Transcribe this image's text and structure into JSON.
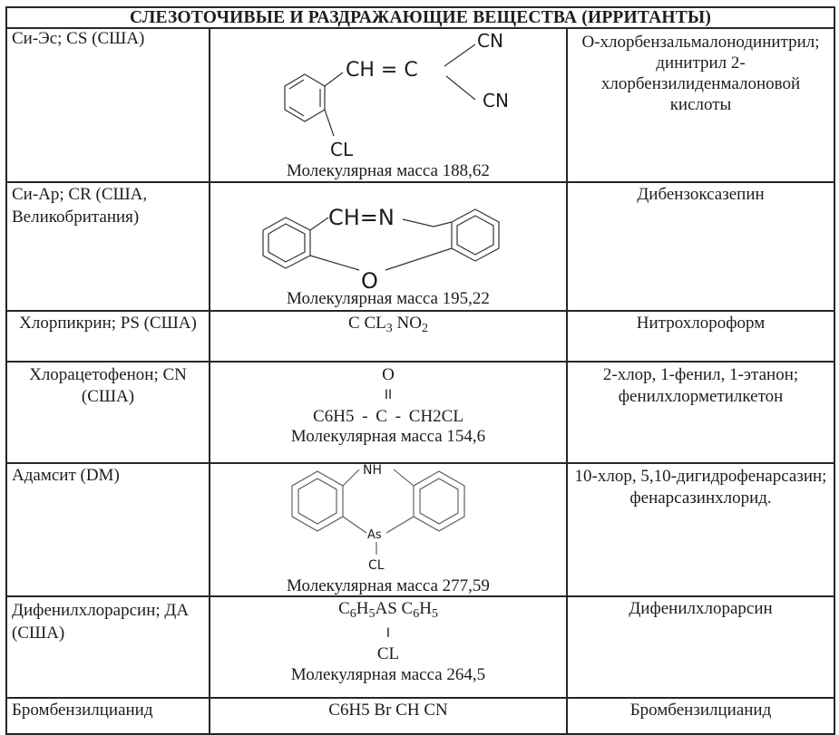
{
  "table": {
    "title": "СЛЕЗОТОЧИВЫЕ И РАЗДРАЖАЮЩИЕ ВЕЩЕСТВА (ИРРИТАНТЫ)",
    "rows": [
      {
        "name": "Си-Эс; CS (США)",
        "structure_labels": [
          "CH = C",
          "CN",
          "CN",
          "CL"
        ],
        "mass": "Молекулярная масса 188,62",
        "chemical_name": "О-хлорбензальмалонодинитрил; динитрил 2-хлорбензилиденмалоновой кислоты"
      },
      {
        "name": "Си-Ар; CR (США, Великобритания)",
        "structure_labels": [
          "CH=N",
          "O"
        ],
        "mass": "Молекулярная масса 195,22",
        "chemical_name": "Дибензоксазепин"
      },
      {
        "name": "Хлорпикрин; PS (США)",
        "formula_parts": [
          "C CL",
          "3",
          " NO",
          "2"
        ],
        "chemical_name": "Нитрохлороформ"
      },
      {
        "name": "Хлорацетофенон; CN (США)",
        "formula_lines": [
          "O",
          "II",
          "C6H5 - C - CH2CL"
        ],
        "mass": "Молекулярная масса 154,6",
        "chemical_name": "2-хлор, 1-фенил, 1-этанон; фенилхлорметилкетон"
      },
      {
        "name": "Адамсит (DM)",
        "structure_labels": [
          "NH",
          "As",
          "CL"
        ],
        "mass": "Молекулярная масса 277,59",
        "chemical_name": "10-хлор, 5,10-дигидрофенарсазин; фенарсазинхлорид."
      },
      {
        "name": "Дифенилхлорарсин; ДА (США)",
        "formula_parts": [
          "C",
          "6",
          "H",
          "5",
          "AS C",
          "6",
          "H",
          "5"
        ],
        "formula_lines": [
          "I",
          "CL"
        ],
        "mass": "Молекулярная масса 264,5",
        "chemical_name": "Дифенилхлорарсин"
      },
      {
        "name": "Бромбензилцианид",
        "formula_text": "C6H5 Br CH CN",
        "chemical_name": "Бромбензилцианид"
      }
    ]
  }
}
